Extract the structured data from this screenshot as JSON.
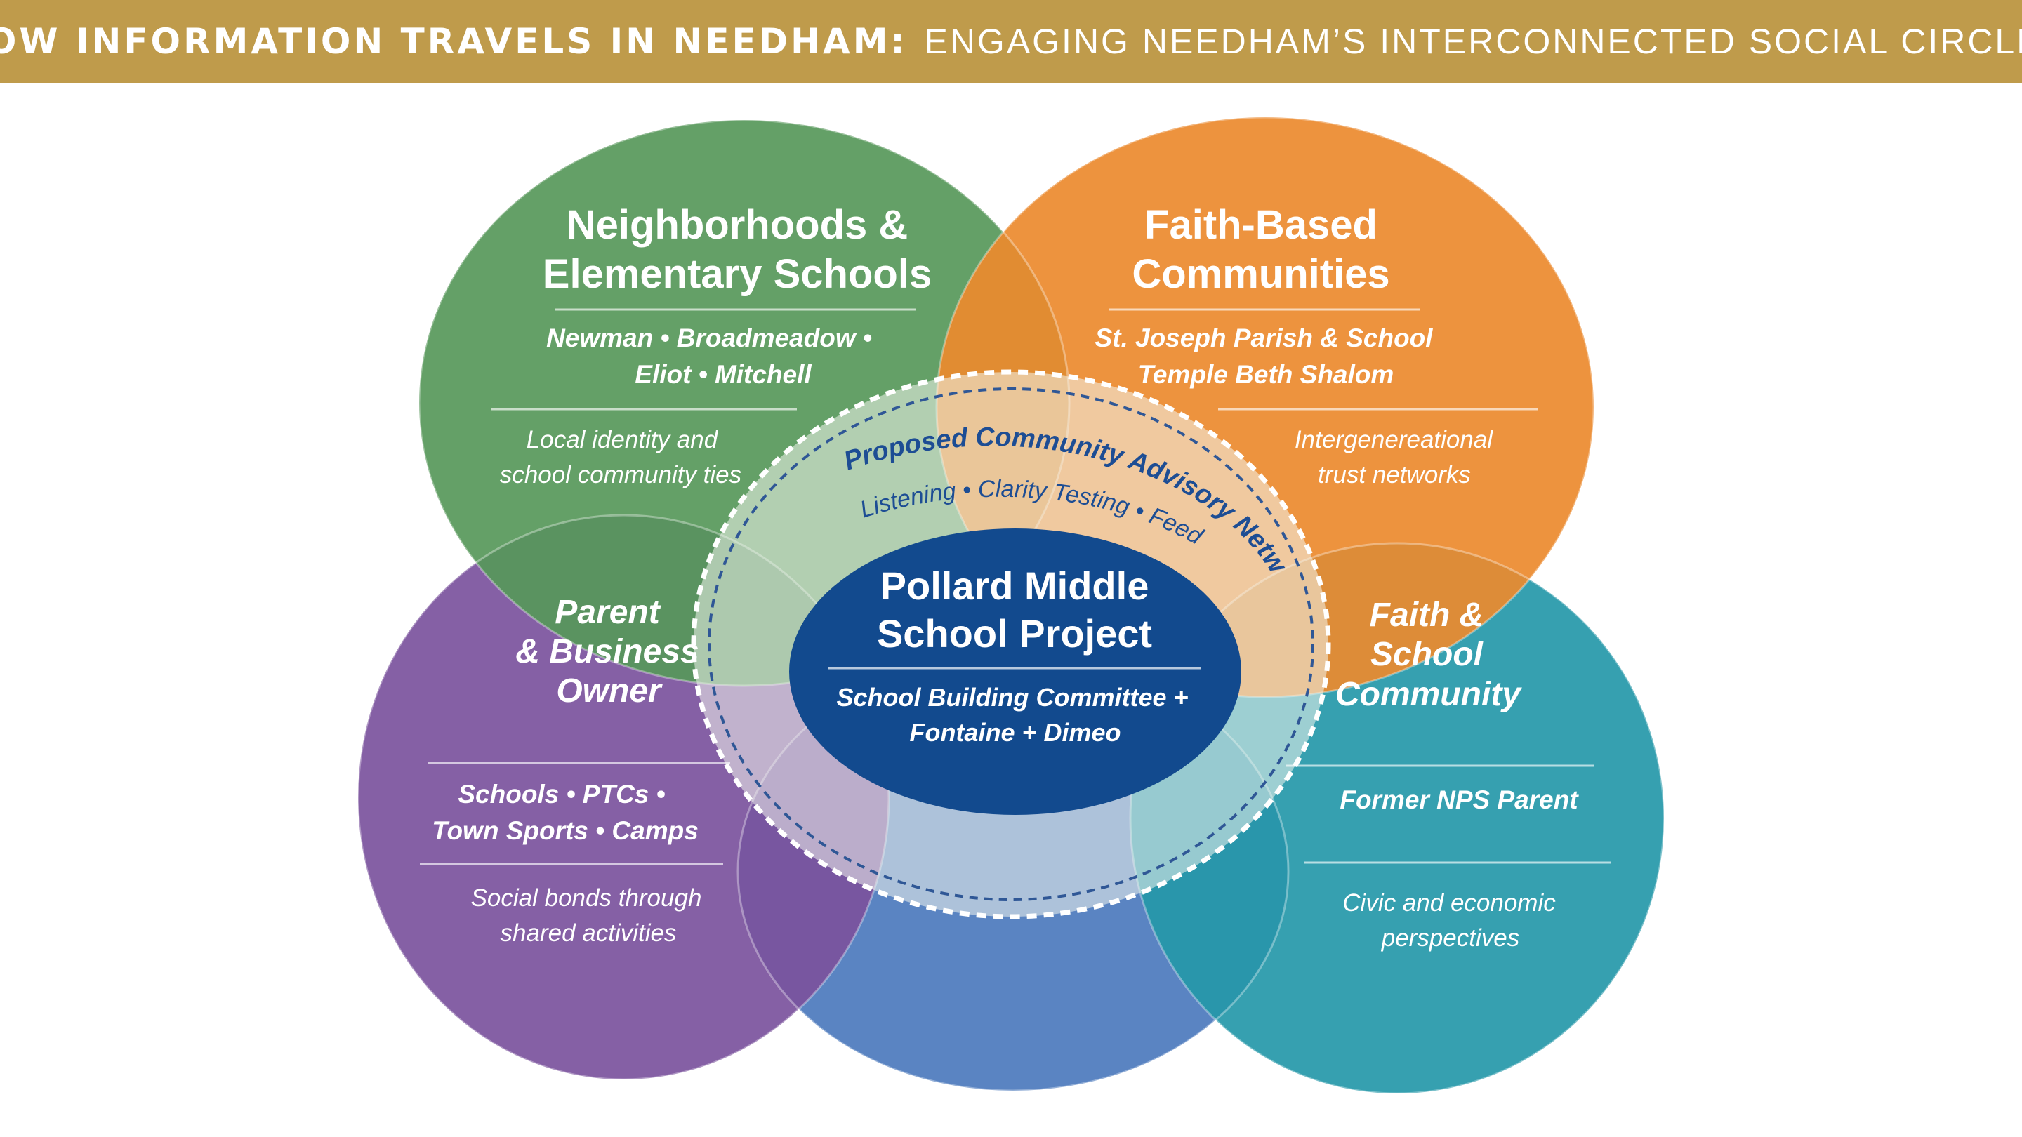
{
  "banner": {
    "bold_text": "HOW INFORMATION TRAVELS IN NEEDHAM:",
    "light_text": "ENGAGING NEEDHAM’S INTERCONNECTED SOCIAL CIRCLES"
  },
  "circles": {
    "neighborhoods": {
      "title_line1": "Neighborhoods &",
      "title_line2": "Elementary Schools",
      "schools_line1": "Newman • Broadmeadow •",
      "schools_line2": "Eliot • Mitchell",
      "desc_line1": "Local identity and",
      "desc_line2": "school community ties",
      "color": "#57985a"
    },
    "faith": {
      "title_line1": "Faith-Based",
      "title_line2": "Communities",
      "places_line1": "St. Joseph Parish & School",
      "places_line2": "Temple Beth Shalom",
      "desc_line1": "Intergenereational",
      "desc_line2": "trust networks",
      "color": "#ec8a2e"
    },
    "activities": {
      "items_line1": "Schools • PTCs •",
      "items_line2": "Town Sports • Camps",
      "desc_line1": "Social bonds through",
      "desc_line2": "shared activities",
      "color": "#7b529d"
    },
    "civic": {
      "role": "Former NPS Parent",
      "desc_line1": "Civic and economic",
      "desc_line2": "perspectives",
      "color": "#2598a9"
    },
    "bottom": {
      "color": "#4c79bd"
    }
  },
  "overlaps": {
    "parent_business": {
      "line1": "Parent",
      "line2": "& Business",
      "line3": "Owner"
    },
    "faith_school": {
      "line1": "Faith &",
      "line2": "School",
      "line3": "Community"
    }
  },
  "advisory": {
    "title": "Proposed Community Advisory Network",
    "activities": "Listening • Clarity Testing • Feedback"
  },
  "center": {
    "title_line1": "Pollard Middle",
    "title_line2": "School Project",
    "sub_line1": "School Building Committee +",
    "sub_line2": "Fontaine + Dimeo",
    "color": "#124a8e"
  }
}
